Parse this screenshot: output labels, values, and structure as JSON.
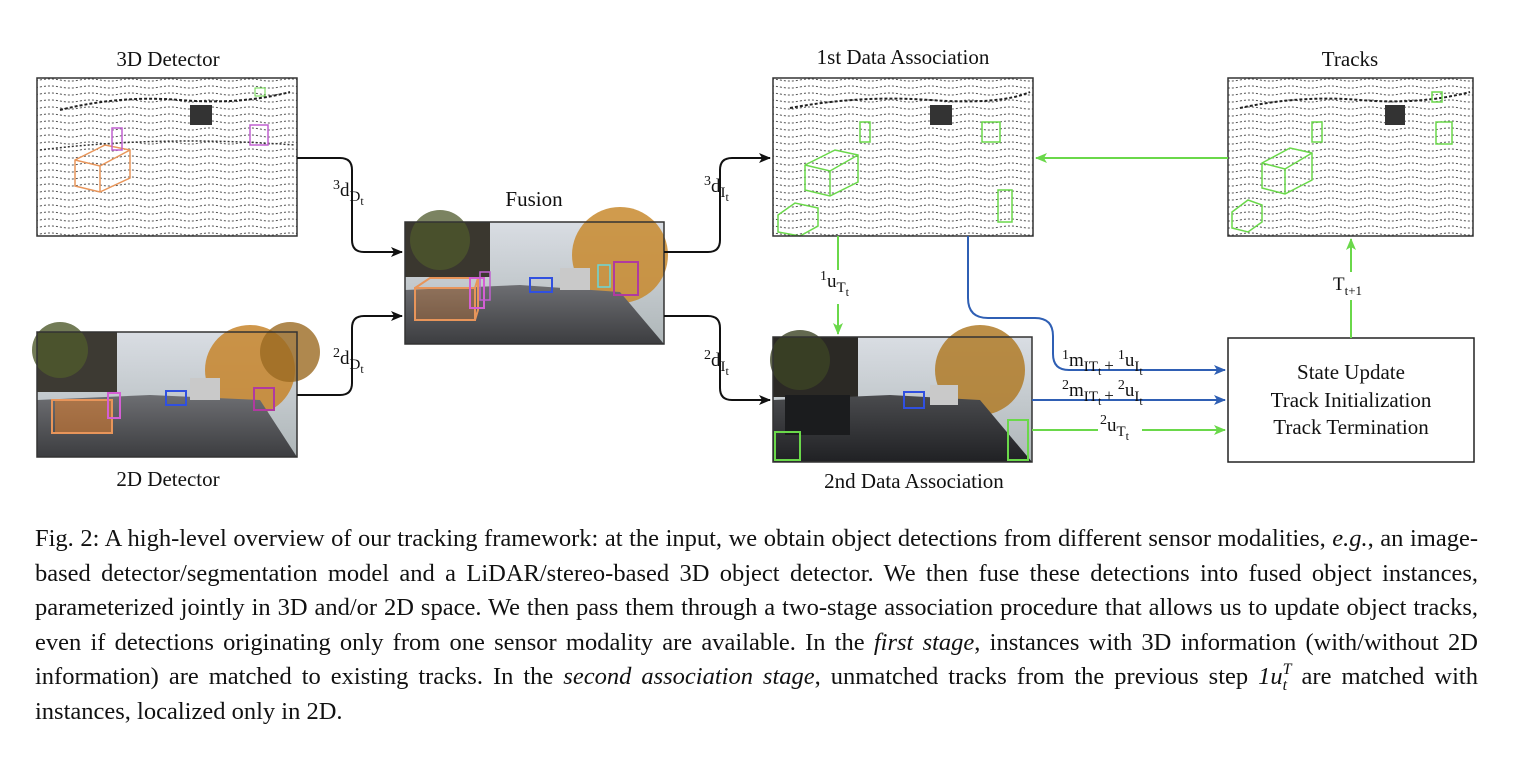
{
  "labels": {
    "detector3d": "3D Detector",
    "detector2d": "2D Detector",
    "fusion": "Fusion",
    "assoc1": "1st Data Association",
    "assoc2": "2nd Data Association",
    "tracks": "Tracks"
  },
  "state_box": {
    "line1": "State Update",
    "line2": "Track Initialization",
    "line3": "Track Termination"
  },
  "edges": {
    "e3d": {
      "pre": "3",
      "base": "d",
      "sub": "D",
      "subsub": "t"
    },
    "e2d": {
      "pre": "2",
      "base": "d",
      "sub": "D",
      "subsub": "t"
    },
    "f3d": {
      "pre": "3",
      "base": "d",
      "sub": "I",
      "subsub": "t"
    },
    "f2d": {
      "pre": "2",
      "base": "d",
      "sub": "I",
      "subsub": "t"
    },
    "u1": {
      "pre": "1",
      "base": "u",
      "sub": "T",
      "subsub": "t"
    },
    "m1": {
      "pre1": "1",
      "base1": "m",
      "sub1": "IT",
      "subsub1": "t",
      "plus": "+",
      "pre2": "1",
      "base2": "u",
      "sub2": "I",
      "subsub2": "t"
    },
    "m2": {
      "pre1": "2",
      "base1": "m",
      "sub1": "IT",
      "subsub1": "t",
      "plus": "+",
      "pre2": "2",
      "base2": "u",
      "sub2": "I",
      "subsub2": "t"
    },
    "u2": {
      "pre": "2",
      "base": "u",
      "sub": "T",
      "subsub": "t"
    },
    "tnext": {
      "base": "T",
      "sub": "t+1"
    }
  },
  "caption": {
    "fig": "Fig. 2:",
    "p1": "A high-level overview of our tracking framework: at the input, we obtain object detections from different sensor modalities,",
    "eg": "e.g.",
    "p2": ", an image-based detector/segmentation model and a LiDAR/stereo-based 3D object detector. We then fuse these detections into fused object instances, parameterized jointly in 3D and/or 2D space. We then pass them through a two-stage association procedure that allows us to update object tracks, even if detections originating only from one sensor modality are available. In the",
    "first_stage": "first stage",
    "p3": ", instances with 3D information (with/without 2D information) are matched to existing tracks. In the",
    "second_stage": "second association stage",
    "p4": ", unmatched tracks from the previous step",
    "math_base": "1u",
    "math_sub": "t",
    "math_sup": "T",
    "p5": "are matched with instances, localized only in 2D."
  },
  "colors": {
    "green": "#6ad84a",
    "blue": "#2f5fb4",
    "black": "#111111"
  }
}
